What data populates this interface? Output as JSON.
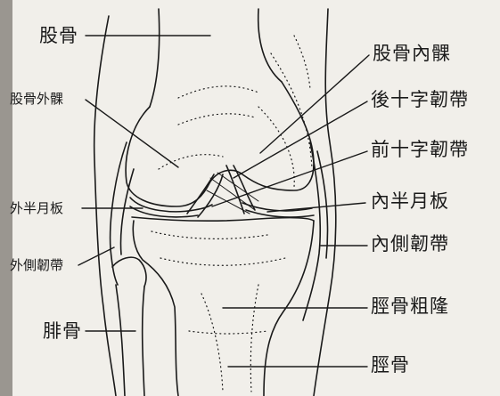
{
  "labels": {
    "femur": "股骨",
    "lateral_condyle": "股骨外髁",
    "medial_condyle": "股骨內髁",
    "posterior_cruciate": "後十字韌帶",
    "anterior_cruciate": "前十字韌帶",
    "lateral_meniscus": "外半月板",
    "medial_meniscus": "內半月板",
    "lateral_collateral": "外側韌帶",
    "medial_collateral": "內側韌帶",
    "fibula": "腓骨",
    "tibial_tuberosity": "脛骨粗隆",
    "tibia": "脛骨"
  },
  "colors": {
    "paper": "#f1efea",
    "ink": "#1a1a1a",
    "left_edge_gray": "#9a9690"
  }
}
